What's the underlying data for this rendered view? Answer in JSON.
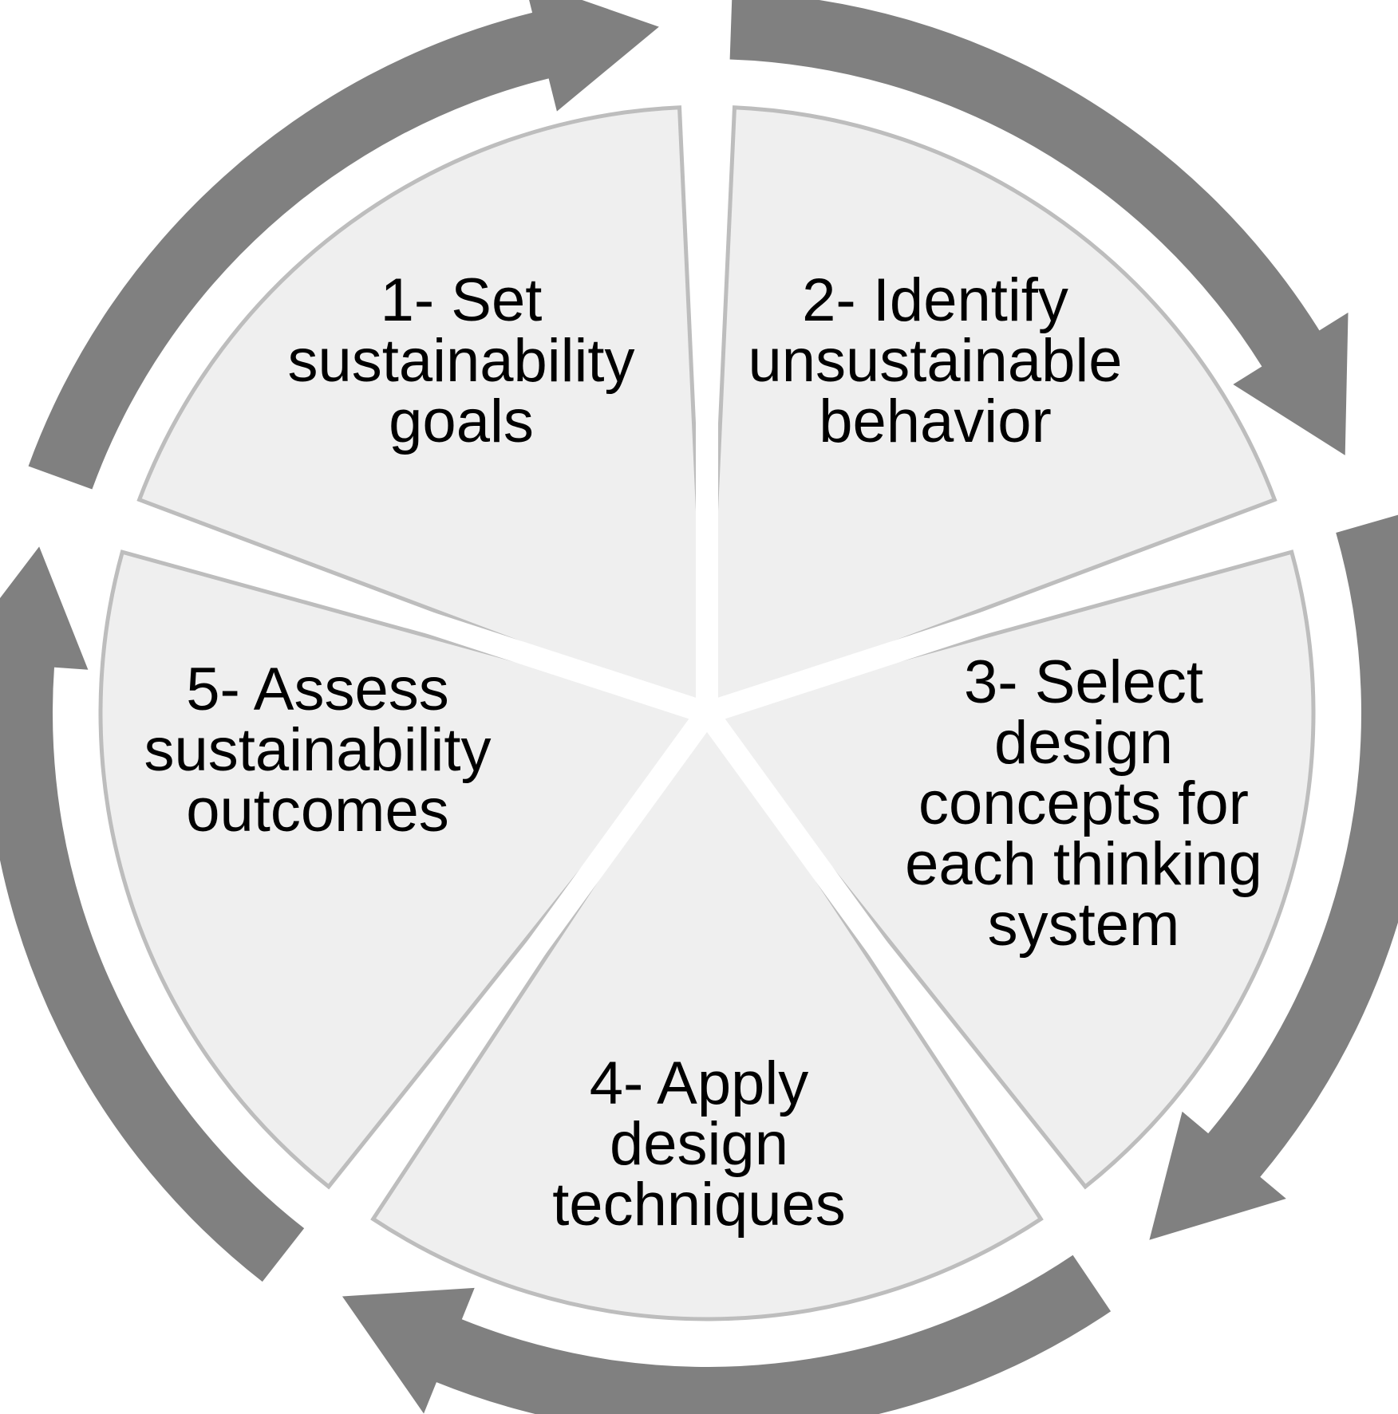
{
  "diagram": {
    "type": "cycle",
    "colors": {
      "segment_fill": "#efefef",
      "segment_stroke": "#bdbdbd",
      "arrow": "#808080",
      "text": "#000000"
    },
    "steps": [
      {
        "lines": [
          "1- Set",
          "sustainability",
          "goals"
        ]
      },
      {
        "lines": [
          "2- Identify",
          "unsustainable",
          "behavior"
        ]
      },
      {
        "lines": [
          "3- Select",
          "design",
          "concepts for",
          "each thinking",
          "system"
        ]
      },
      {
        "lines": [
          "4- Apply",
          "design",
          "techniques"
        ]
      },
      {
        "lines": [
          "5- Assess",
          "sustainability",
          "outcomes"
        ]
      }
    ],
    "flow": [
      {
        "from": 1,
        "to": 2
      },
      {
        "from": 2,
        "to": 3
      },
      {
        "from": 3,
        "to": 4
      },
      {
        "from": 4,
        "to": 5
      },
      {
        "from": 5,
        "to": 1
      }
    ]
  }
}
